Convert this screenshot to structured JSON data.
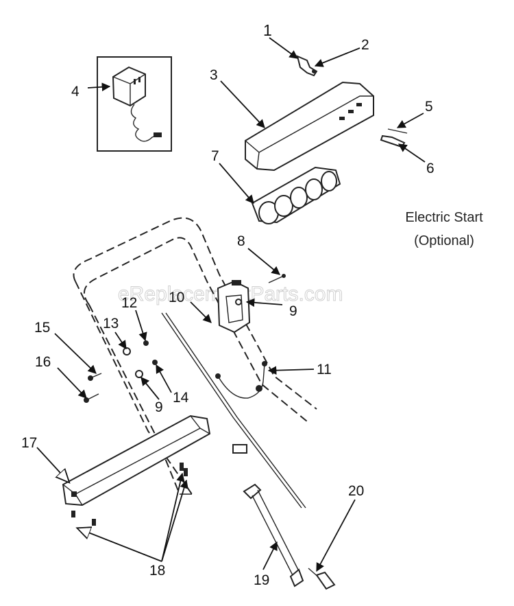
{
  "diagram": {
    "caption_line1": "Electric Start",
    "caption_line2": "(Optional)",
    "watermark": "eReplacementParts.com",
    "callouts": [
      "1",
      "2",
      "3",
      "4",
      "5",
      "6",
      "7",
      "8",
      "9",
      "10",
      "11",
      "12",
      "13",
      "14",
      "15",
      "16",
      "17",
      "9",
      "18",
      "19",
      "20"
    ]
  }
}
